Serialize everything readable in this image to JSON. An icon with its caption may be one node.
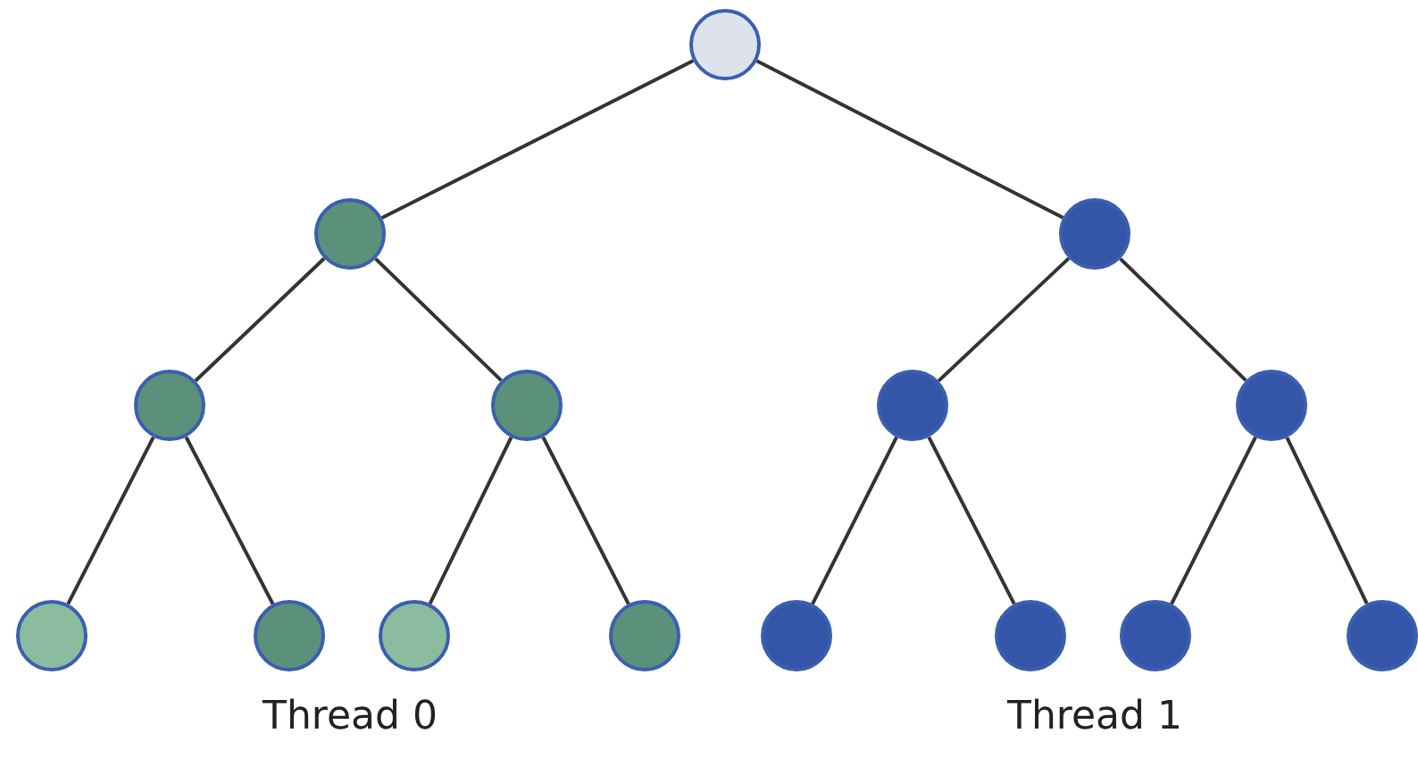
{
  "diagram": {
    "nodes": [
      {
        "text": [],
        "shape": "circle"
      },
      {
        "text": [],
        "shape": "circle"
      },
      {
        "text": [],
        "shape": "circle"
      },
      {
        "text": [],
        "shape": "circle"
      },
      {
        "text": [],
        "shape": "circle"
      },
      {
        "text": [],
        "shape": "circle"
      },
      {
        "text": [],
        "shape": "circle"
      },
      {
        "text": [],
        "shape": "circle"
      },
      {
        "text": [],
        "shape": "circle"
      },
      {
        "text": [],
        "shape": "circle"
      },
      {
        "text": [],
        "shape": "circle"
      },
      {
        "text": [],
        "shape": "circle"
      },
      {
        "text": [],
        "shape": "circle"
      },
      {
        "text": [],
        "shape": "circle"
      },
      {
        "text": [],
        "shape": "circle"
      }
    ],
    "edges": [
      {
        "from": 0,
        "to": 1,
        "arrow": "none"
      },
      {
        "from": 0,
        "to": 2,
        "arrow": "none"
      },
      {
        "from": 1,
        "to": 3,
        "arrow": "none"
      },
      {
        "from": 1,
        "to": 4,
        "arrow": "none"
      },
      {
        "from": 2,
        "to": 5,
        "arrow": "none"
      },
      {
        "from": 2,
        "to": 6,
        "arrow": "none"
      },
      {
        "from": 3,
        "to": 7,
        "arrow": "none"
      },
      {
        "from": 3,
        "to": 8,
        "arrow": "none"
      },
      {
        "from": 4,
        "to": 9,
        "arrow": "none"
      },
      {
        "from": 4,
        "to": 10,
        "arrow": "none"
      },
      {
        "from": 5,
        "to": 11,
        "arrow": "none"
      },
      {
        "from": 5,
        "to": 12,
        "arrow": "none"
      },
      {
        "from": 6,
        "to": 13,
        "arrow": "none"
      },
      {
        "from": 6,
        "to": 14,
        "arrow": "none"
      }
    ],
    "labels": [
      "Thread 0",
      "Thread 1"
    ]
  }
}
